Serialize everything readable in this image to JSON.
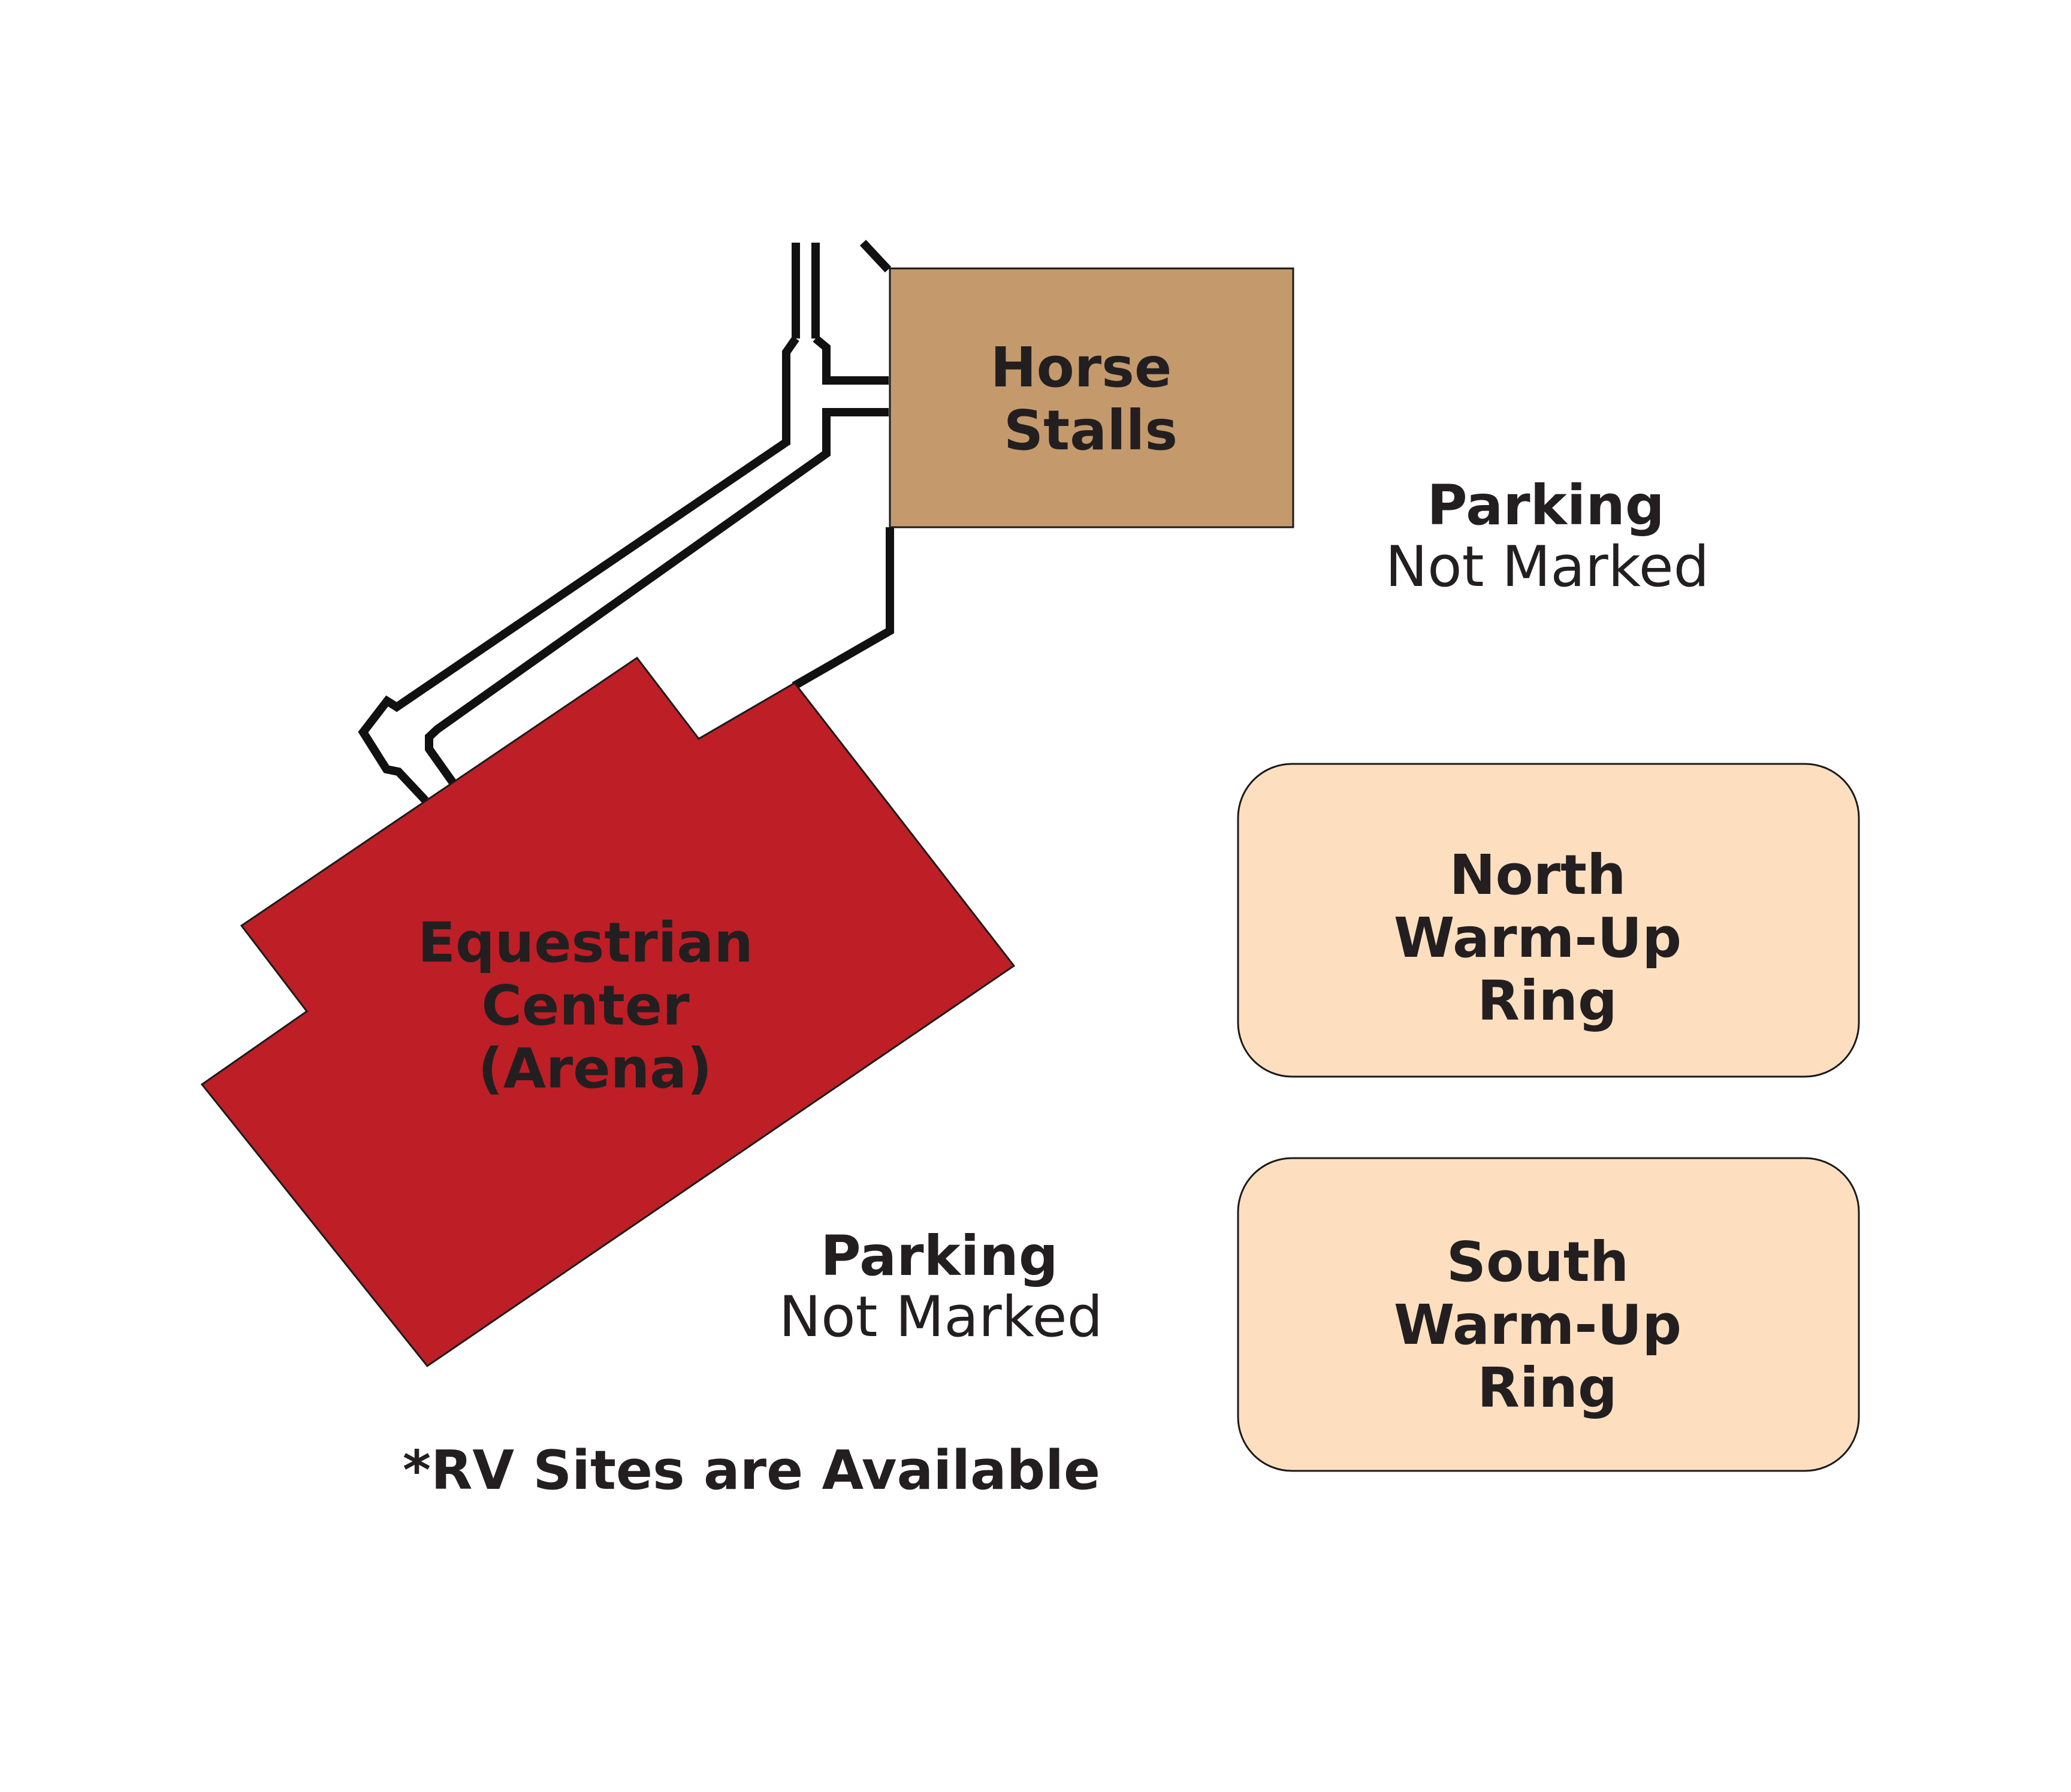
{
  "colors": {
    "arena": "#be1e26",
    "horse_stalls": "#c49a6c",
    "warm_up_ring": "#fddfc0",
    "road": "#111111",
    "text": "#231f20"
  },
  "labels": {
    "horse_stalls": [
      "Horse",
      "Stalls"
    ],
    "equestrian_center": [
      "Equestrian",
      "Center",
      "(Arena)"
    ],
    "parking_north": {
      "title": "Parking",
      "subtitle": "Not Marked"
    },
    "parking_south": {
      "title": "Parking",
      "subtitle": "Not Marked"
    },
    "north_ring": [
      "North",
      "Warm-Up",
      "Ring"
    ],
    "south_ring": [
      "South",
      "Warm-Up",
      "Ring"
    ],
    "rv_note": "*RV Sites are Available"
  }
}
